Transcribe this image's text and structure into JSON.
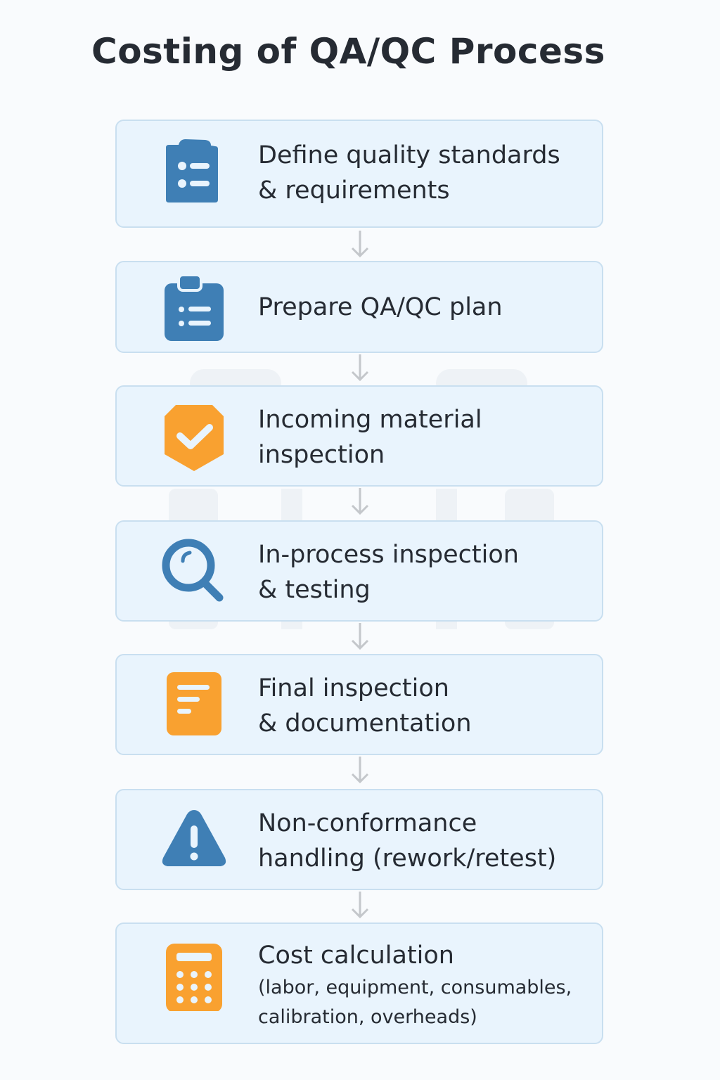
{
  "title": "Costing of QA/QC Process",
  "colors": {
    "blue_icon": "#3f7fb5",
    "orange_icon": "#f9a130",
    "card_bg": "#e9f4fd",
    "card_border": "#c9dff0",
    "arrow": "#c4c7cb",
    "text": "#262b33"
  },
  "steps": [
    {
      "line1": "Define quality standards",
      "line2": "& requirements",
      "icon": "clipboard-list-icon"
    },
    {
      "line1": "Prepare QA/QC plan",
      "icon": "clipboard-plan-icon"
    },
    {
      "line1": "Incoming material",
      "line2": "inspection",
      "icon": "shield-check-icon"
    },
    {
      "line1": "In-process inspection",
      "line2": "& testing",
      "icon": "magnifier-icon"
    },
    {
      "line1": "Final inspection",
      "line2": "& documentation",
      "icon": "document-icon"
    },
    {
      "line1": "Non-conformance",
      "line2": "handling (rework/retest)",
      "icon": "warning-icon"
    },
    {
      "line1": "Cost calculation",
      "sub1": "(labor, equipment, consumables,",
      "sub2": "calibration, overheads)",
      "icon": "calculator-icon"
    }
  ]
}
